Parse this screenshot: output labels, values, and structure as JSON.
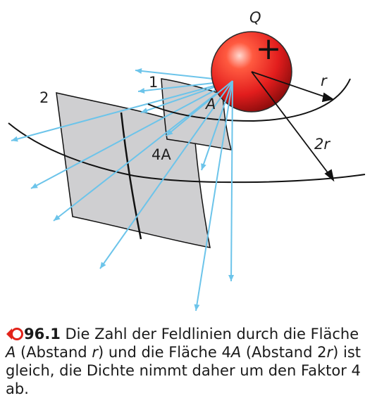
{
  "figure": {
    "labels": {
      "charge": "Q",
      "plus": "+",
      "radius_small": "r",
      "radius_large": "2r",
      "surface1_num": "1",
      "surface2_num": "2",
      "area_small": "A",
      "area_large": "4A"
    },
    "colors": {
      "sphere": "#e21d1d",
      "field_line": "#6cc4ea",
      "surface": "#cfcfd1",
      "stroke": "#111111",
      "accent": "#e2231a"
    }
  },
  "caption": {
    "icon": "reference-arrow-icon",
    "number": "96.1",
    "t1": " Die Zahl der Feldlinien durch die Fläche ",
    "A1": "A",
    "t2": " (Abstand ",
    "r1": "r",
    "t3": ") und die Fläche 4",
    "A2": "A",
    "t4": " (Abstand 2",
    "r2": "r",
    "t5": ") ist gleich, die Dichte nimmt daher um den Faktor 4 ab."
  }
}
